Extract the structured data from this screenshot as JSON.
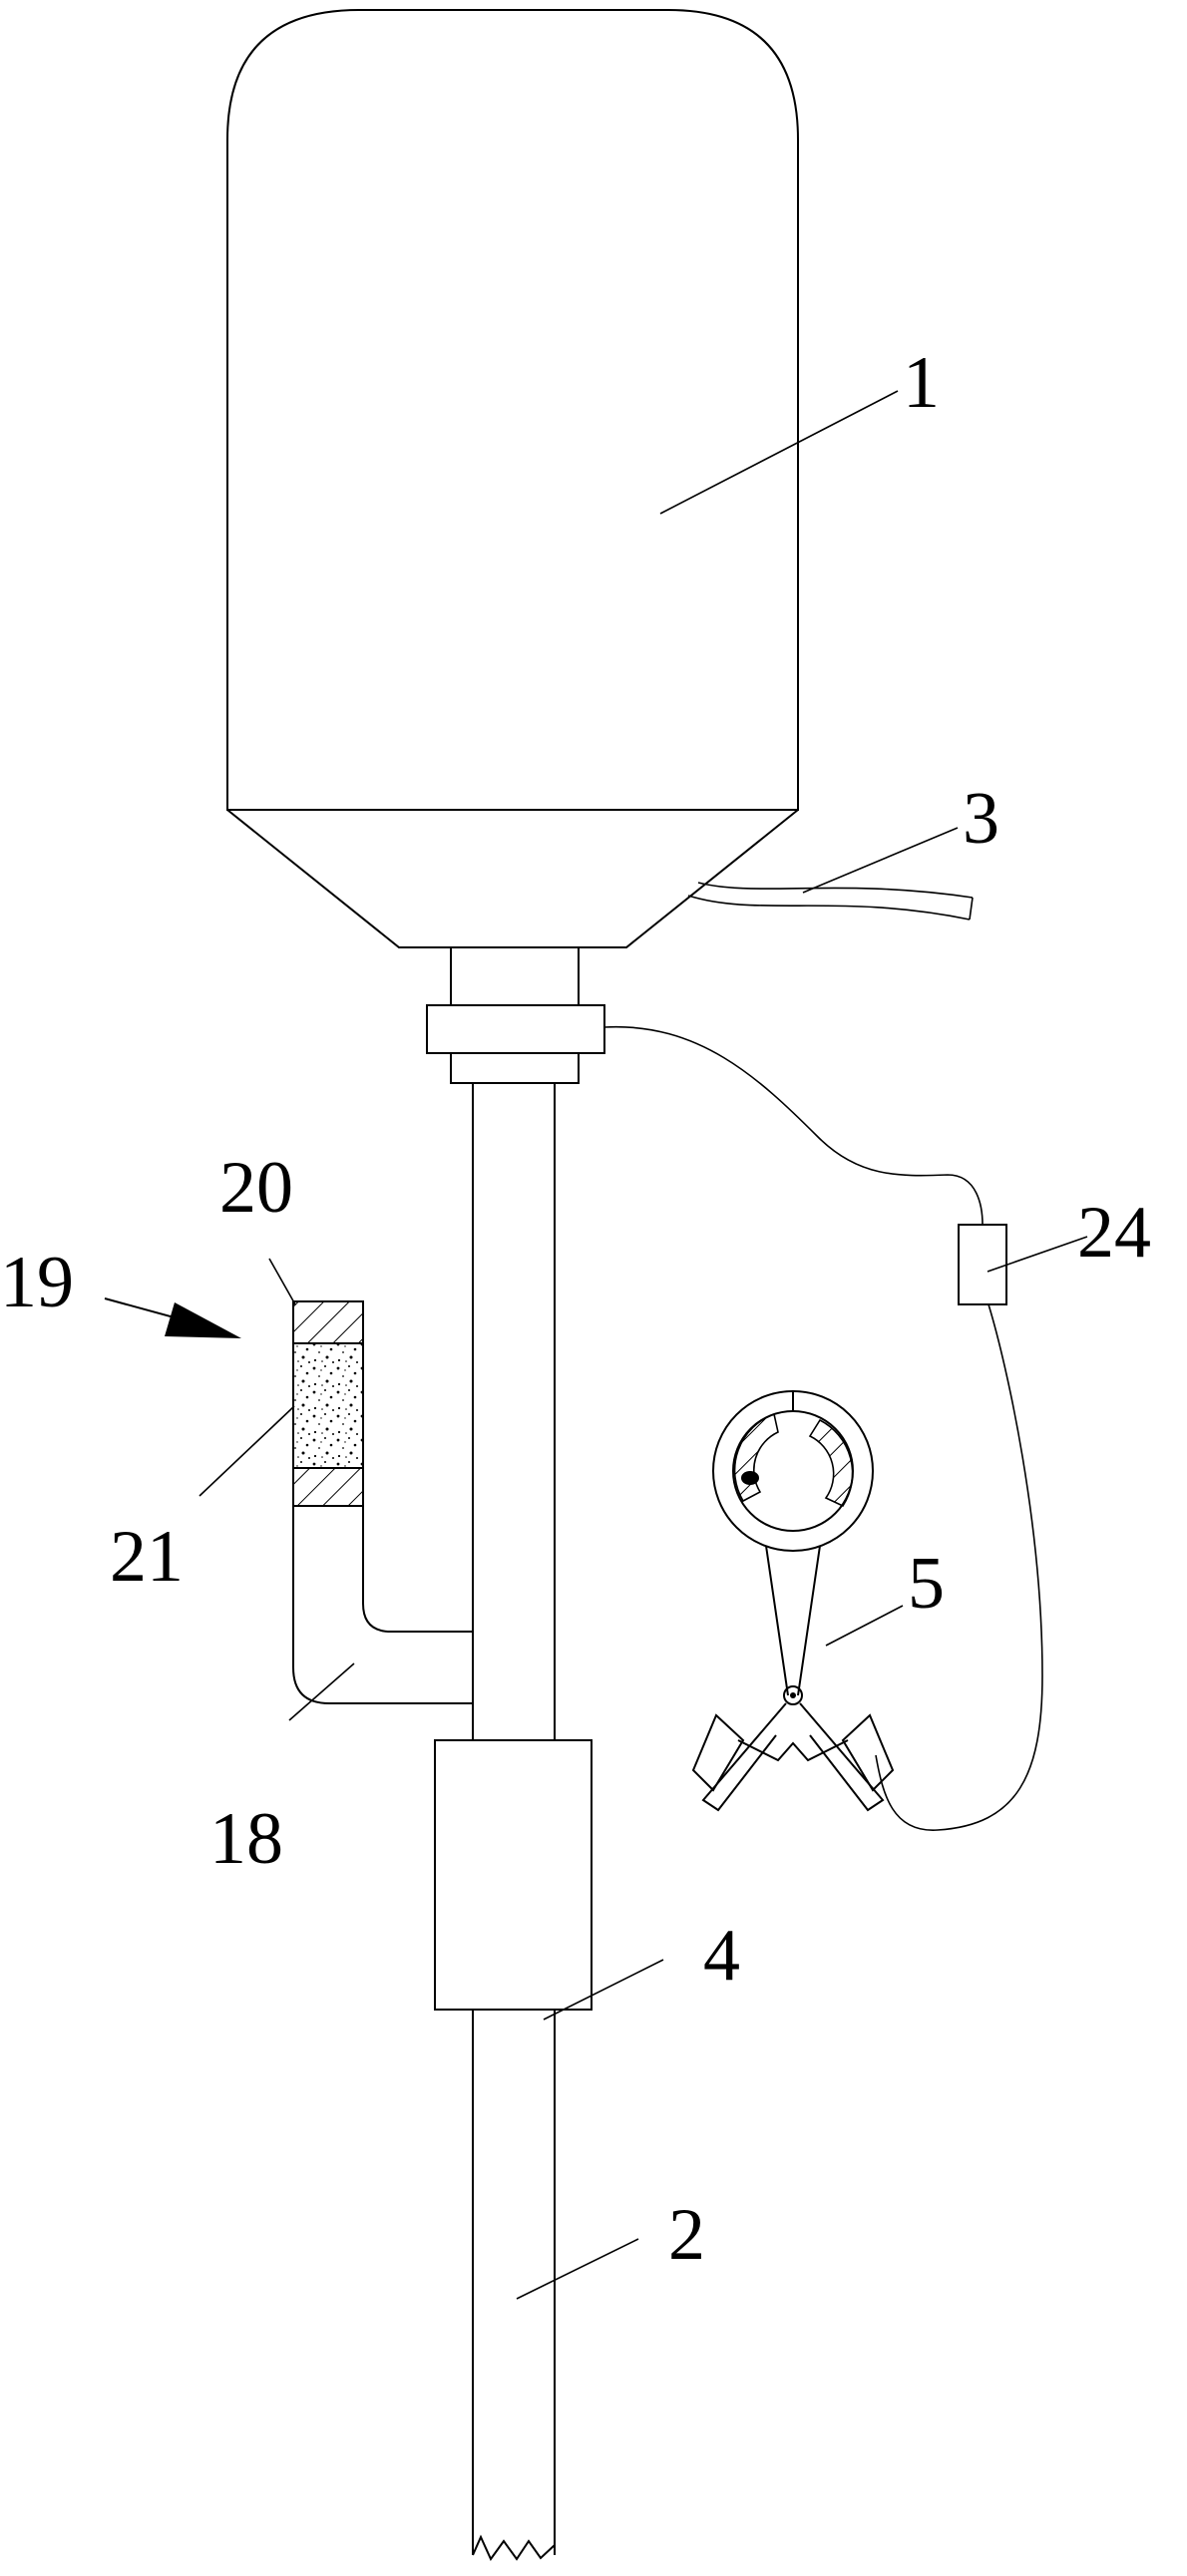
{
  "labels": {
    "l1": "1",
    "l2": "2",
    "l3": "3",
    "l4": "4",
    "l5": "5",
    "l18": "18",
    "l19": "19",
    "l20": "20",
    "l21": "21",
    "l24": "24"
  }
}
